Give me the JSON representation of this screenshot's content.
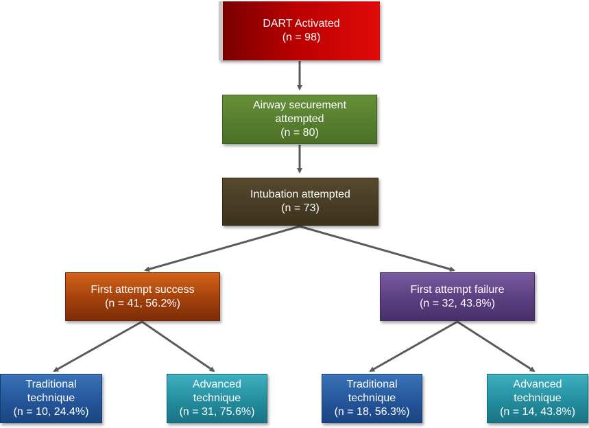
{
  "colors": {
    "connector": "#5a5a5a",
    "activated": "#c00000",
    "securement": "#4f7a28",
    "intubation": "#473c24",
    "success": "#a3410c",
    "failure": "#5b3f80",
    "traditional": "#24569a",
    "advanced": "#238d9e"
  },
  "nodes": {
    "dart": {
      "title": "DART Activated",
      "count": "(n = 98)"
    },
    "securement": {
      "title_line1": "Airway securement",
      "title_line2": "attempted",
      "count": "(n = 80)"
    },
    "intubation": {
      "title": "Intubation attempted",
      "count": "(n = 73)"
    },
    "success": {
      "title": "First attempt success",
      "count": "(n = 41, 56.2%)"
    },
    "failure": {
      "title": "First attempt failure",
      "count": "(n = 32, 43.8%)"
    },
    "success_traditional": {
      "line1": "Traditional",
      "line2": "technique",
      "count": "(n = 10, 24.4%)"
    },
    "success_advanced": {
      "line1": "Advanced",
      "line2": "technique",
      "count": "(n = 31, 75.6%)"
    },
    "failure_traditional": {
      "line1": "Traditional",
      "line2": "technique",
      "count": "(n = 18, 56.3%)"
    },
    "failure_advanced": {
      "line1": "Advanced",
      "line2": "technique",
      "count": "(n = 14, 43.8%)"
    }
  }
}
